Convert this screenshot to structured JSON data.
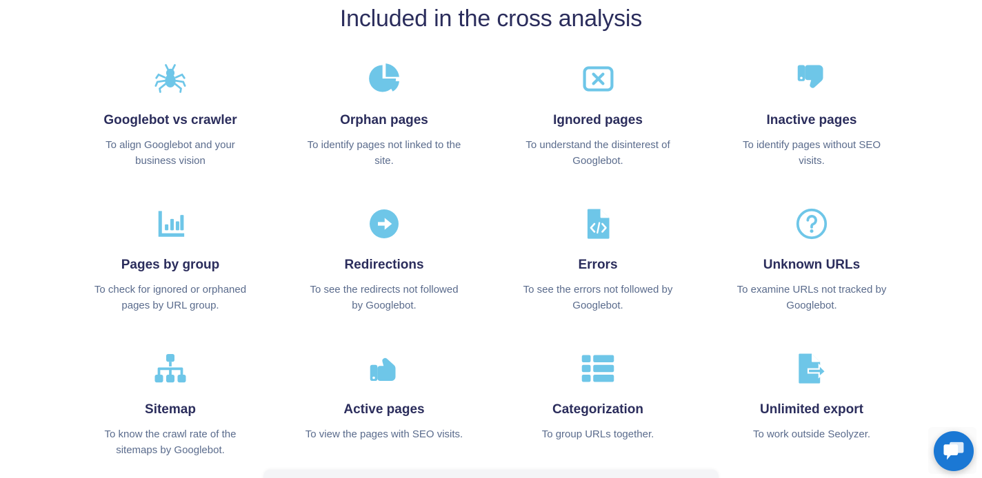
{
  "section": {
    "title": "Included in the cross analysis",
    "title_color": "#2b2d5c",
    "icon_color": "#6ec6e8",
    "desc_color": "#5a6b8c"
  },
  "features": [
    {
      "icon": "spider-icon",
      "title": "Googlebot vs crawler",
      "desc": "To align Googlebot and your business vision"
    },
    {
      "icon": "chart-pie-icon",
      "title": "Orphan pages",
      "desc": "To identify pages not linked to the site."
    },
    {
      "icon": "window-close-icon",
      "title": "Ignored pages",
      "desc": "To understand the disinterest of Googlebot."
    },
    {
      "icon": "thumbs-down-icon",
      "title": "Inactive pages",
      "desc": "To identify pages without SEO visits."
    },
    {
      "icon": "bar-chart-icon",
      "title": "Pages by group",
      "desc": "To check for ignored or orphaned pages by URL group."
    },
    {
      "icon": "arrow-circle-right-icon",
      "title": "Redirections",
      "desc": "To see the redirects not followed by Googlebot."
    },
    {
      "icon": "file-code-icon",
      "title": "Errors",
      "desc": "To see the errors not followed by Googlebot."
    },
    {
      "icon": "question-circle-icon",
      "title": "Unknown URLs",
      "desc": "To examine URLs not tracked by Googlebot."
    },
    {
      "icon": "sitemap-icon",
      "title": "Sitemap",
      "desc": "To know the crawl rate of the sitemaps by Googlebot."
    },
    {
      "icon": "thumbs-up-icon",
      "title": "Active pages",
      "desc": "To view the pages with SEO visits."
    },
    {
      "icon": "list-icon",
      "title": "Categorization",
      "desc": "To group URLs together."
    },
    {
      "icon": "file-export-icon",
      "title": "Unlimited export",
      "desc": "To work outside Seolyzer."
    }
  ],
  "chat": {
    "icon": "chat-bubbles-icon",
    "color": "#1b78d4"
  }
}
